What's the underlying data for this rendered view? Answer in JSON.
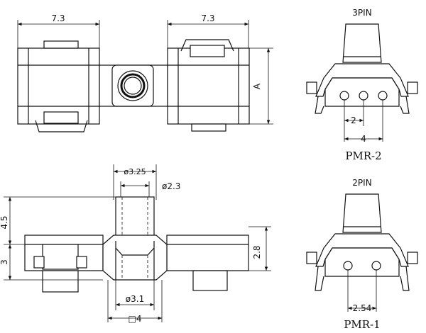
{
  "top_view": {
    "dim_left_width": "7.3",
    "dim_right_width": "7.3",
    "dim_height": "A"
  },
  "side_view": {
    "dim_outer_dia": "ø3.25",
    "dim_inner_dia": "ø2.3",
    "dim_total_height": "4.5",
    "dim_body_height": "3",
    "dim_right_height": "2.8",
    "dim_base_dia": "ø3.1",
    "dim_square": "□4"
  },
  "pmr2": {
    "pin_label": "3PIN",
    "dim_pitch": "2",
    "dim_width": "4",
    "name": "PMR-2"
  },
  "pmr1": {
    "pin_label": "2PIN",
    "dim_pitch": "2.54",
    "name": "PMR-1"
  }
}
